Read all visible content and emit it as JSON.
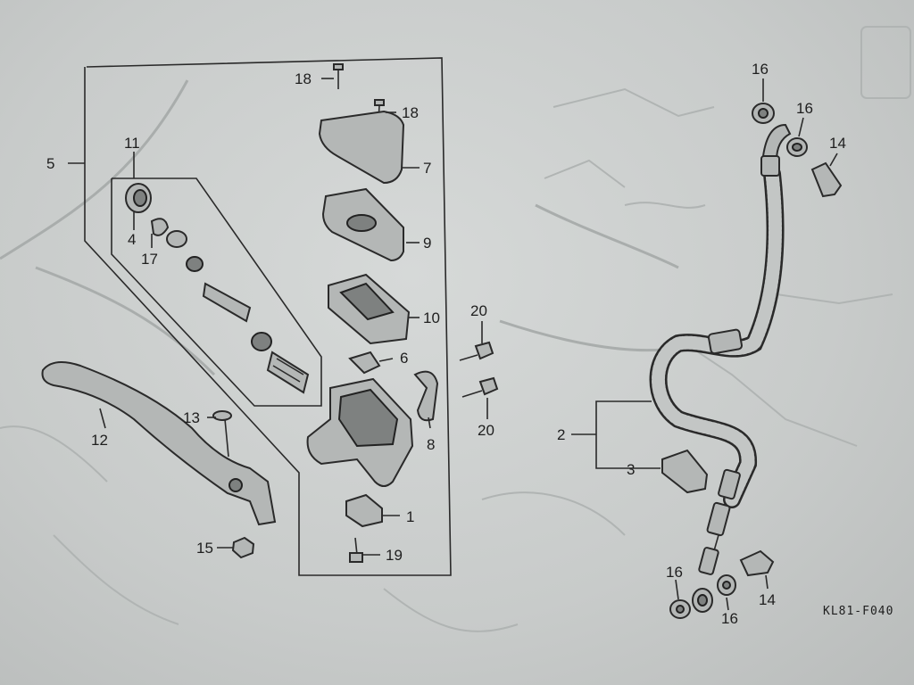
{
  "diagram": {
    "code": "KL81-F040",
    "callouts": [
      {
        "id": "c1",
        "text": "1"
      },
      {
        "id": "c2",
        "text": "2"
      },
      {
        "id": "c3",
        "text": "3"
      },
      {
        "id": "c4",
        "text": "4"
      },
      {
        "id": "c5",
        "text": "5"
      },
      {
        "id": "c6",
        "text": "6"
      },
      {
        "id": "c7",
        "text": "7"
      },
      {
        "id": "c8",
        "text": "8"
      },
      {
        "id": "c9",
        "text": "9"
      },
      {
        "id": "c10",
        "text": "10"
      },
      {
        "id": "c11",
        "text": "11"
      },
      {
        "id": "c12",
        "text": "12"
      },
      {
        "id": "c13",
        "text": "13"
      },
      {
        "id": "c14a",
        "text": "14"
      },
      {
        "id": "c14b",
        "text": "14"
      },
      {
        "id": "c15",
        "text": "15"
      },
      {
        "id": "c16a",
        "text": "16"
      },
      {
        "id": "c16b",
        "text": "16"
      },
      {
        "id": "c16c",
        "text": "16"
      },
      {
        "id": "c16d",
        "text": "16"
      },
      {
        "id": "c17",
        "text": "17"
      },
      {
        "id": "c18a",
        "text": "18"
      },
      {
        "id": "c18b",
        "text": "18"
      },
      {
        "id": "c19",
        "text": "19"
      },
      {
        "id": "c20a",
        "text": "20"
      },
      {
        "id": "c20b",
        "text": "20"
      }
    ]
  }
}
